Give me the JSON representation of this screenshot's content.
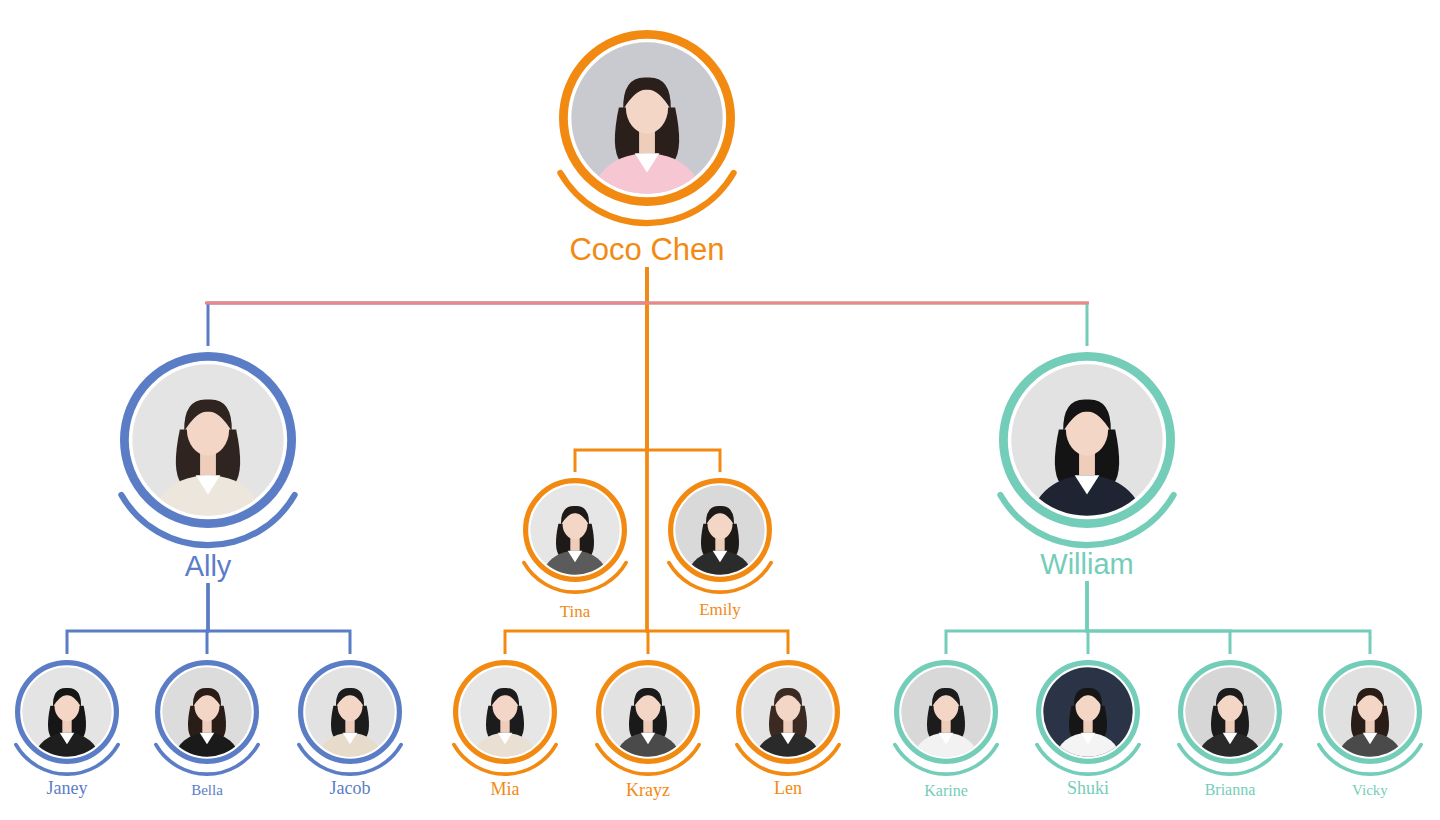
{
  "diagram": {
    "nodes": [
      {
        "text": [
          "Coco Chen"
        ]
      },
      {
        "text": [
          "Ally"
        ]
      },
      {
        "text": [
          "Tina"
        ]
      },
      {
        "text": [
          "Emily"
        ]
      },
      {
        "text": [
          "William"
        ]
      },
      {
        "text": [
          "Janey"
        ]
      },
      {
        "text": [
          "Bella"
        ]
      },
      {
        "text": [
          "Jacob"
        ]
      },
      {
        "text": [
          "Mia"
        ]
      },
      {
        "text": [
          "Krayz"
        ]
      },
      {
        "text": [
          "Len"
        ]
      },
      {
        "text": [
          "Karine"
        ]
      },
      {
        "text": [
          "Shuki"
        ]
      },
      {
        "text": [
          "Brianna"
        ]
      },
      {
        "text": [
          "Vicky"
        ]
      }
    ],
    "edges": [
      {
        "from": 0,
        "to": 1,
        "arrow": "none"
      },
      {
        "from": 0,
        "to": 2,
        "arrow": "none"
      },
      {
        "from": 0,
        "to": 3,
        "arrow": "none"
      },
      {
        "from": 0,
        "to": 4,
        "arrow": "none"
      },
      {
        "from": 0,
        "to": 8,
        "arrow": "none"
      },
      {
        "from": 0,
        "to": 9,
        "arrow": "none"
      },
      {
        "from": 0,
        "to": 10,
        "arrow": "none"
      },
      {
        "from": 1,
        "to": 5,
        "arrow": "none"
      },
      {
        "from": 1,
        "to": 6,
        "arrow": "none"
      },
      {
        "from": 1,
        "to": 7,
        "arrow": "none"
      },
      {
        "from": 4,
        "to": 11,
        "arrow": "none"
      },
      {
        "from": 4,
        "to": 12,
        "arrow": "none"
      },
      {
        "from": 4,
        "to": 13,
        "arrow": "none"
      },
      {
        "from": 4,
        "to": 14,
        "arrow": "none"
      }
    ]
  }
}
